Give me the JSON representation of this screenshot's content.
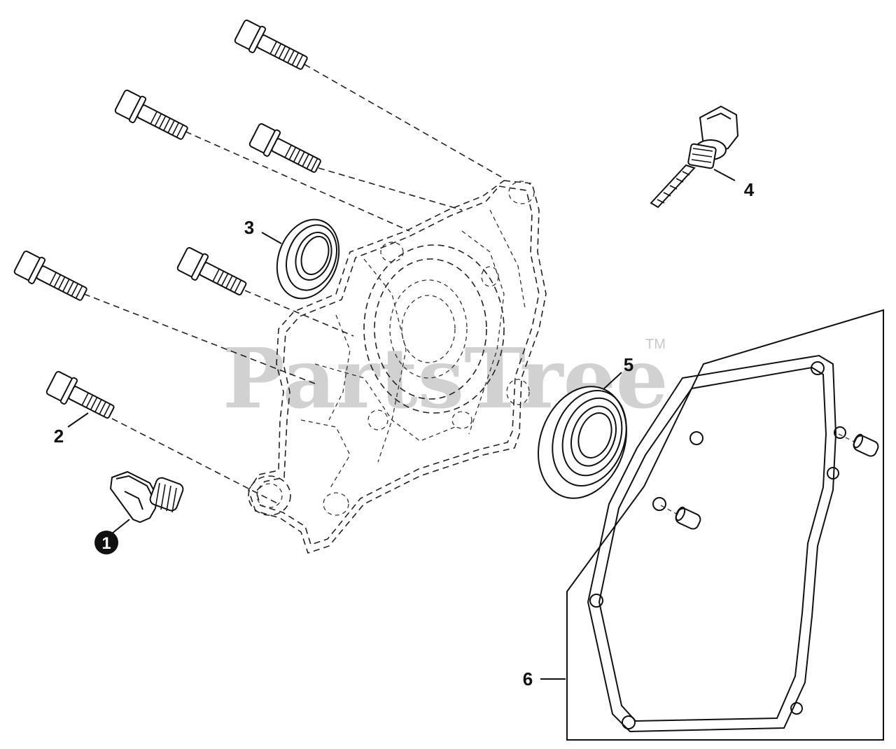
{
  "watermark": {
    "text": "PartsTree",
    "trademark": "TM",
    "color": "#c9c9c9"
  },
  "callouts": [
    {
      "id": "1",
      "label": "1",
      "style": "filled-circle"
    },
    {
      "id": "2",
      "label": "2",
      "style": "plain"
    },
    {
      "id": "3",
      "label": "3",
      "style": "plain"
    },
    {
      "id": "4",
      "label": "4",
      "style": "plain"
    },
    {
      "id": "5",
      "label": "5",
      "style": "plain"
    },
    {
      "id": "6",
      "label": "6",
      "style": "plain"
    }
  ],
  "parts": [
    {
      "name": "bolt",
      "count": 6
    },
    {
      "name": "oil-fill-cap",
      "callout": "1"
    },
    {
      "name": "dipstick",
      "callout": "4"
    },
    {
      "name": "oil-seal",
      "callout": "3"
    },
    {
      "name": "ball-bearing",
      "callout": "5"
    },
    {
      "name": "gasket",
      "callout": "6"
    },
    {
      "name": "dowel-pin",
      "count": 2
    },
    {
      "name": "crankcase-cover",
      "style": "phantom-dashed"
    }
  ]
}
